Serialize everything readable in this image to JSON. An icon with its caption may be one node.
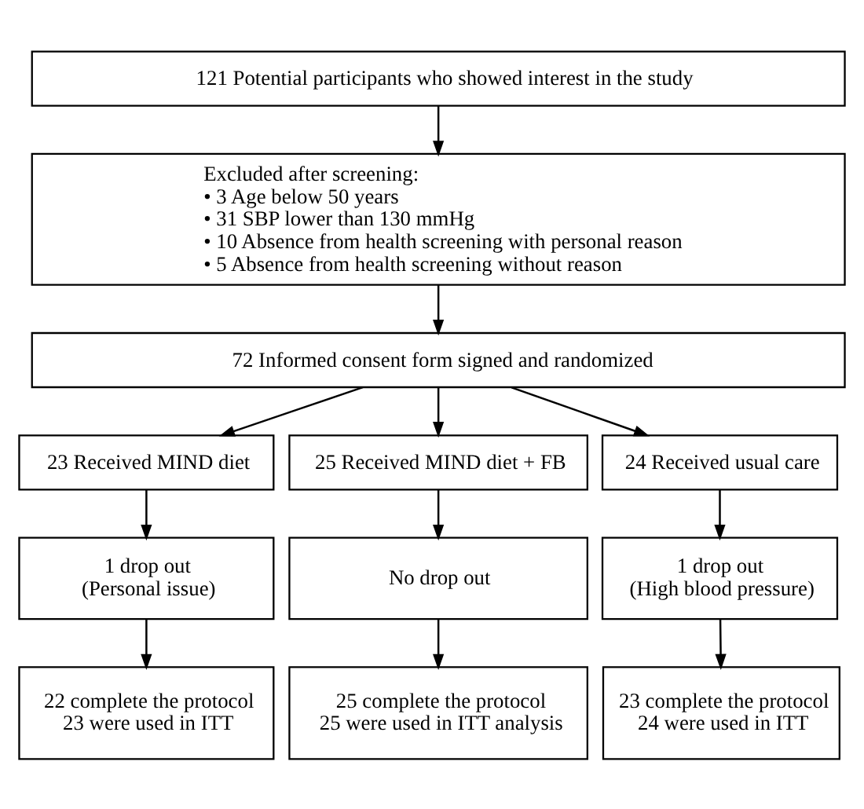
{
  "diagram": {
    "nodes": [
      {
        "text": [
          "121 Potential participants who showed interest in the study"
        ]
      },
      {
        "text": [
          "Excluded after screening:",
          "• 3 Age below 50 years",
          "• 31 SBP lower than 130 mmHg",
          "• 10 Absence from health screening with personal reason",
          "• 5 Absence from health screening without reason"
        ]
      },
      {
        "text": [
          "72 Informed consent form signed and randomized"
        ]
      },
      {
        "text": [
          "23 Received MIND diet"
        ]
      },
      {
        "text": [
          "25 Received MIND diet + FB"
        ]
      },
      {
        "text": [
          "24 Received usual care"
        ]
      },
      {
        "text": [
          "1 drop out",
          "(Personal issue)"
        ]
      },
      {
        "text": [
          "No drop out"
        ]
      },
      {
        "text": [
          "1 drop out",
          "(High blood pressure)"
        ]
      },
      {
        "text": [
          "22 complete the protocol",
          "23 were used in ITT"
        ]
      },
      {
        "text": [
          "25 complete the protocol",
          "25 were used in ITT analysis"
        ]
      },
      {
        "text": [
          "23 complete the protocol",
          "24 were used in ITT"
        ]
      }
    ],
    "edges": [
      {
        "from": 0,
        "to": 1,
        "arrow": "to"
      },
      {
        "from": 1,
        "to": 2,
        "arrow": "to"
      },
      {
        "from": 2,
        "to": 3,
        "arrow": "to"
      },
      {
        "from": 2,
        "to": 4,
        "arrow": "to"
      },
      {
        "from": 2,
        "to": 5,
        "arrow": "to"
      },
      {
        "from": 3,
        "to": 6,
        "arrow": "to"
      },
      {
        "from": 4,
        "to": 7,
        "arrow": "to"
      },
      {
        "from": 5,
        "to": 8,
        "arrow": "to"
      },
      {
        "from": 6,
        "to": 9,
        "arrow": "to"
      },
      {
        "from": 7,
        "to": 10,
        "arrow": "to"
      },
      {
        "from": 8,
        "to": 11,
        "arrow": "to"
      }
    ]
  }
}
